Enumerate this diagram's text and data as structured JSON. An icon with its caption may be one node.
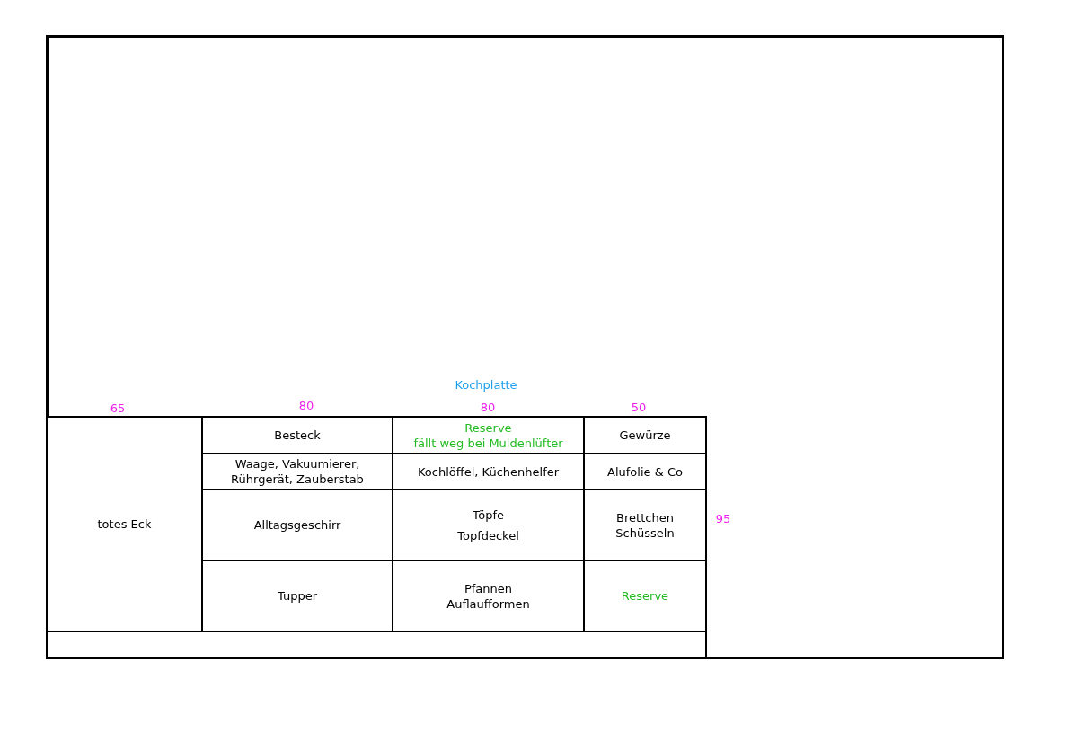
{
  "diagram": {
    "nodes": [
      {
        "text": [],
        "shape": "box"
      },
      {
        "text": [
          "totes Eck"
        ],
        "in": 0
      },
      {
        "text": [
          "Besteck"
        ],
        "in": 0
      },
      {
        "text": [
          "Reserve",
          "fällt weg bei Muldenlüfter"
        ],
        "in": 0
      },
      {
        "text": [
          "Gewürze"
        ],
        "in": 0
      },
      {
        "text": [
          "Waage, Vakuumierer, Rührgerät, Zauberstab"
        ],
        "in": 0
      },
      {
        "text": [
          "Kochlöffel, Küchenhelfer"
        ],
        "in": 0
      },
      {
        "text": [
          "Alufolie & Co"
        ],
        "in": 0
      },
      {
        "text": [
          "Alltagsgeschirr"
        ],
        "in": 0
      },
      {
        "text": [
          "Töpfe",
          "Topfdeckel"
        ],
        "in": 0
      },
      {
        "text": [
          "Brettchen",
          "Schüsseln"
        ],
        "in": 0
      },
      {
        "text": [
          "Tupper"
        ],
        "in": 0
      },
      {
        "text": [
          "Pfannen",
          "Auflaufformen"
        ],
        "in": 0
      },
      {
        "text": [
          "Reserve"
        ],
        "in": 0
      },
      {
        "text": [],
        "shape": "box",
        "in": 0
      }
    ],
    "edges": [],
    "labels": [
      "Kochplatte",
      "65",
      "80",
      "80",
      "50",
      "95"
    ]
  }
}
